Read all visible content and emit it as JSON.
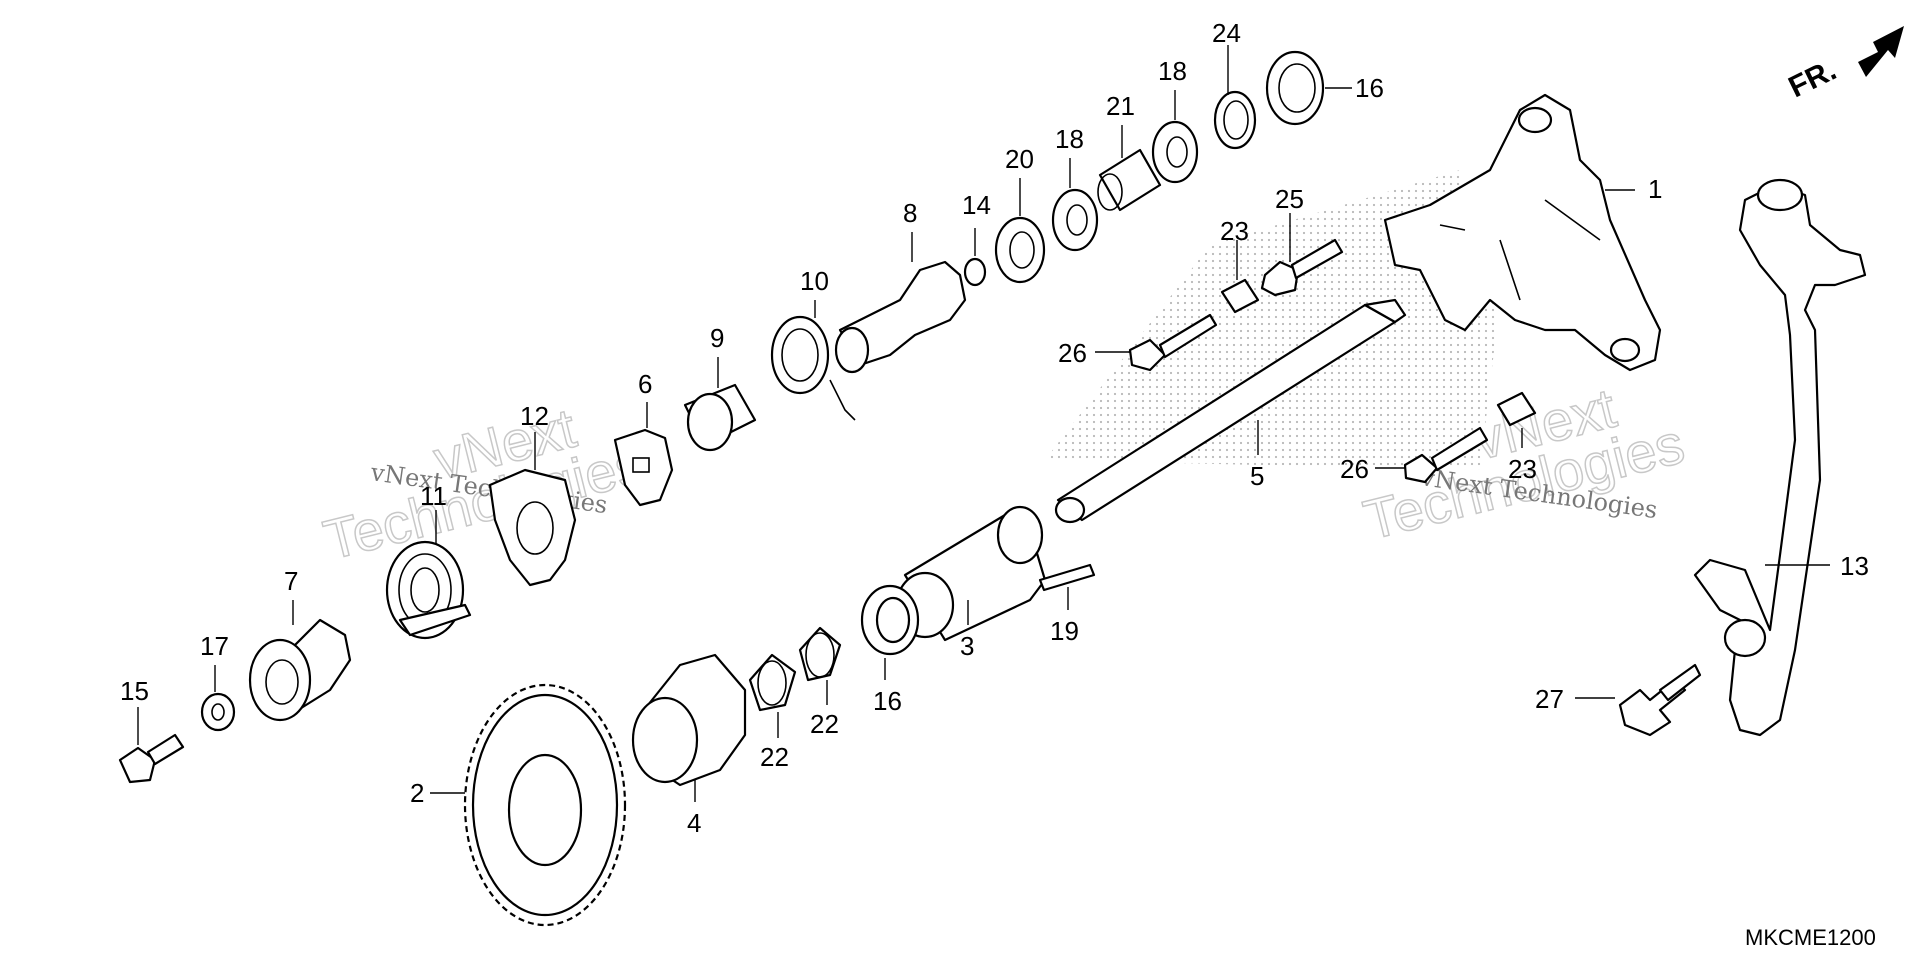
{
  "diagram": {
    "direction_label": "FR.",
    "code": "MKCME1200",
    "watermark": {
      "line1": "vNext",
      "line2": "Technologies",
      "small": "vNext Technologies"
    },
    "callouts": [
      "1",
      "2",
      "3",
      "4",
      "5",
      "6",
      "7",
      "8",
      "9",
      "10",
      "11",
      "12",
      "13",
      "14",
      "15",
      "16",
      "16",
      "17",
      "18",
      "18",
      "19",
      "20",
      "21",
      "22",
      "22",
      "23",
      "23",
      "24",
      "25",
      "26",
      "26",
      "27"
    ]
  }
}
